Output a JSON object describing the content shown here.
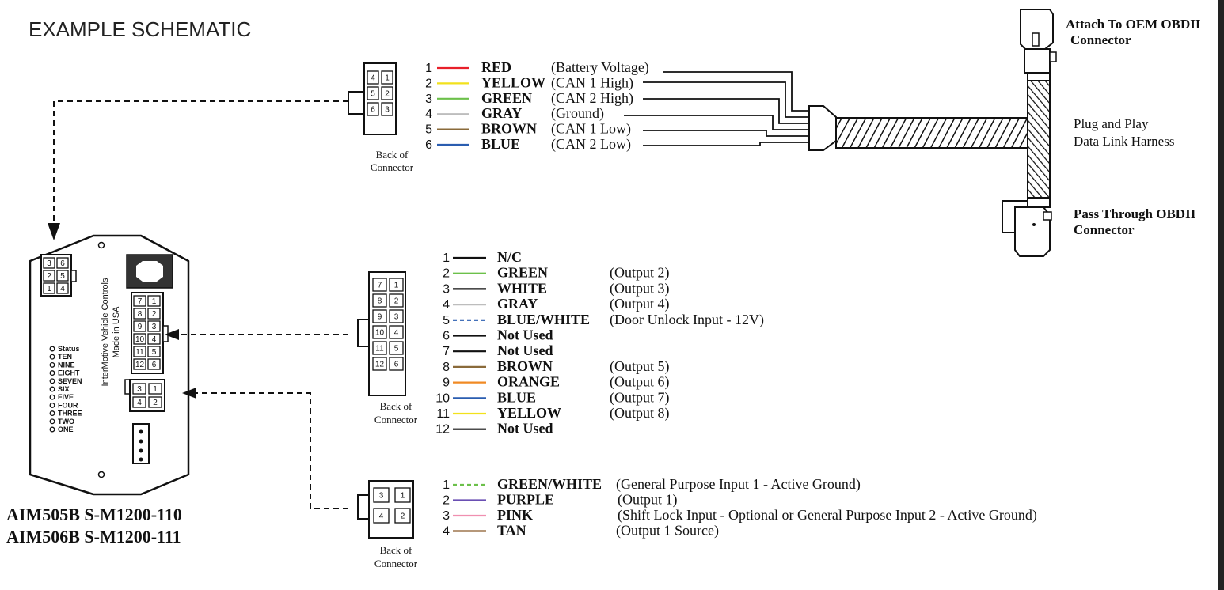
{
  "title": "EXAMPLE SCHEMATIC",
  "connector_caption": {
    "line1": "Back of",
    "line2": "Connector"
  },
  "obd_harness": {
    "attach_line1": "Attach To OEM OBDII",
    "attach_line2": "Connector",
    "harness_line1": "Plug and Play",
    "harness_line2": "Data Link Harness",
    "pass_line1": "Pass Through OBDII",
    "pass_line2": "Connector"
  },
  "module": {
    "brand_line1": "InterMotive Vehicle Controls",
    "brand_line2": "Made in USA",
    "leds": [
      "Status",
      "TEN",
      "NINE",
      "EIGHT",
      "SEVEN",
      "SIX",
      "FIVE",
      "FOUR",
      "THREE",
      "TWO",
      "ONE"
    ],
    "models": [
      "AIM505B  S-M1200-110",
      "AIM506B  S-M1200-111"
    ]
  },
  "connector_6pin": {
    "pins": [
      "4",
      "1",
      "5",
      "2",
      "6",
      "3"
    ],
    "wires": [
      {
        "num": "1",
        "color_name": "RED",
        "desc": "(Battery Voltage)",
        "hex": "#e8202a",
        "style": "solid"
      },
      {
        "num": "2",
        "color_name": "YELLOW",
        "desc": "(CAN 1 High)",
        "hex": "#f2e11c",
        "style": "solid"
      },
      {
        "num": "3",
        "color_name": "GREEN",
        "desc": "(CAN 2 High)",
        "hex": "#6cc04a",
        "style": "solid"
      },
      {
        "num": "4",
        "color_name": "GRAY",
        "desc": "(Ground)",
        "hex": "#bdbdbd",
        "style": "solid"
      },
      {
        "num": "5",
        "color_name": "BROWN",
        "desc": "(CAN 1 Low)",
        "hex": "#8a6a3a",
        "style": "solid"
      },
      {
        "num": "6",
        "color_name": "BLUE",
        "desc": "(CAN 2 Low)",
        "hex": "#2a5db0",
        "style": "solid"
      }
    ]
  },
  "connector_12pin": {
    "pins": [
      "7",
      "1",
      "8",
      "2",
      "9",
      "3",
      "10",
      "4",
      "11",
      "5",
      "12",
      "6"
    ],
    "wires": [
      {
        "num": "1",
        "color_name": "N/C",
        "desc": "",
        "hex": "#111111",
        "style": "solid"
      },
      {
        "num": "2",
        "color_name": "GREEN",
        "desc": "(Output 2)",
        "hex": "#6cc04a",
        "style": "solid"
      },
      {
        "num": "3",
        "color_name": "WHITE",
        "desc": "(Output 3)",
        "hex": "#111111",
        "style": "solid"
      },
      {
        "num": "4",
        "color_name": "GRAY",
        "desc": "(Output 4)",
        "hex": "#bdbdbd",
        "style": "solid"
      },
      {
        "num": "5",
        "color_name": "BLUE/WHITE",
        "desc": "(Door Unlock Input - 12V)",
        "hex": "#2a5db0",
        "style": "dashed"
      },
      {
        "num": "6",
        "color_name": "Not Used",
        "desc": "",
        "hex": "#111111",
        "style": "solid"
      },
      {
        "num": "7",
        "color_name": "Not Used",
        "desc": "",
        "hex": "#111111",
        "style": "solid"
      },
      {
        "num": "8",
        "color_name": "BROWN",
        "desc": "(Output 5)",
        "hex": "#8a6a3a",
        "style": "solid"
      },
      {
        "num": "9",
        "color_name": "ORANGE",
        "desc": "(Output 6)",
        "hex": "#f08a24",
        "style": "solid"
      },
      {
        "num": "10",
        "color_name": "BLUE",
        "desc": "(Output 7)",
        "hex": "#2a5db0",
        "style": "solid"
      },
      {
        "num": "11",
        "color_name": "YELLOW",
        "desc": "(Output 8)",
        "hex": "#f2e11c",
        "style": "solid"
      },
      {
        "num": "12",
        "color_name": "Not Used",
        "desc": "",
        "hex": "#111111",
        "style": "solid"
      }
    ]
  },
  "connector_4pin": {
    "pins": [
      "3",
      "1",
      "4",
      "2"
    ],
    "wires": [
      {
        "num": "1",
        "color_name": "GREEN/WHITE",
        "desc": "(General Purpose Input 1 - Active Ground)",
        "hex": "#6cc04a",
        "style": "dashed"
      },
      {
        "num": "2",
        "color_name": "PURPLE",
        "desc": "(Output 1)",
        "hex": "#6a4fb3",
        "style": "solid"
      },
      {
        "num": "3",
        "color_name": "PINK",
        "desc": "(Shift Lock Input - Optional or General Purpose Input 2 - Active Ground)",
        "hex": "#f08fb0",
        "style": "solid"
      },
      {
        "num": "4",
        "color_name": "TAN",
        "desc": "(Output 1 Source)",
        "hex": "#8a5a2a",
        "style": "solid"
      }
    ]
  },
  "module_pins_6": [
    "3",
    "6",
    "2",
    "5",
    "1",
    "4"
  ],
  "module_pins_12": [
    "7",
    "1",
    "8",
    "2",
    "9",
    "3",
    "10",
    "4",
    "11",
    "5",
    "12",
    "6"
  ],
  "module_pins_4": [
    "3",
    "1",
    "4",
    "2"
  ]
}
